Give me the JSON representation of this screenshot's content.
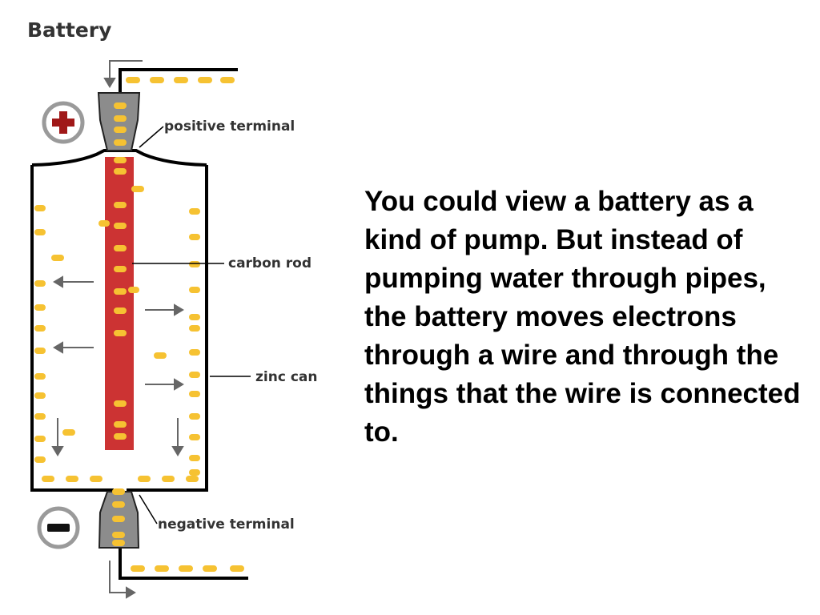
{
  "diagram": {
    "title": "Battery",
    "labels": {
      "positive_terminal": "positive terminal",
      "carbon_rod": "carbon rod",
      "zinc_can": "zinc can",
      "negative_terminal": "negative terminal"
    },
    "symbols": {
      "positive": "plus-sign-icon",
      "negative": "minus-sign-icon"
    },
    "colors": {
      "electron": "#f6c232",
      "carbon_rod": "#cc3333",
      "terminal": "#8c8c8c",
      "plus_sign": "#a01818"
    }
  },
  "text": {
    "paragraph": "You could view a battery as a kind of pump. But instead of pumping water through pipes, the battery moves electrons through a wire and through the things that the wire is connected to."
  }
}
